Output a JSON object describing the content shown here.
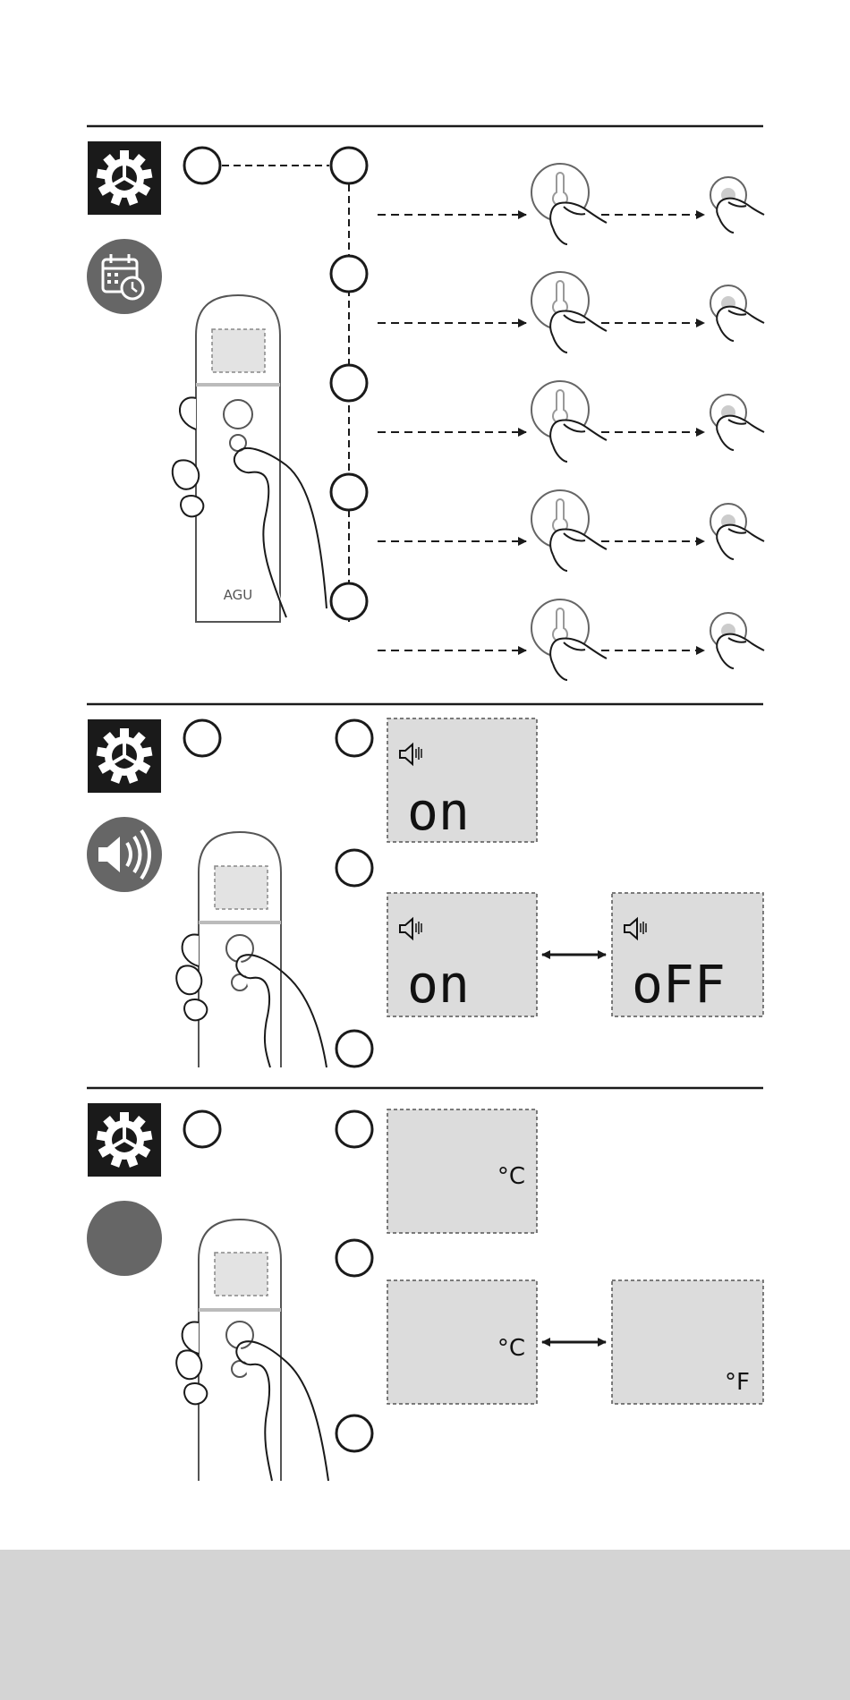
{
  "sections": [
    {
      "name": "calendar-clock-settings",
      "setting_icon": "gear-icon",
      "topic_icon": "calendar-clock-icon",
      "steps": 5
    },
    {
      "name": "sound-settings",
      "setting_icon": "gear-icon",
      "topic_icon": "speaker-icon",
      "displays": [
        {
          "text": "on"
        },
        {
          "text": "on"
        },
        {
          "text": "oFF"
        }
      ]
    },
    {
      "name": "unit-settings",
      "setting_icon": "gear-icon",
      "topic_icon": "blank-circle",
      "displays": [
        {
          "unit": "°C"
        },
        {
          "unit": "°C"
        },
        {
          "unit": "°F"
        }
      ]
    }
  ],
  "device": {
    "brand": "AGU"
  },
  "colors": {
    "line": "#1a1a1a",
    "lcd": "#dcdcdc",
    "icon_dark": "#1a1a1a",
    "icon_gray": "#666666",
    "footer": "#d4d4d4"
  }
}
